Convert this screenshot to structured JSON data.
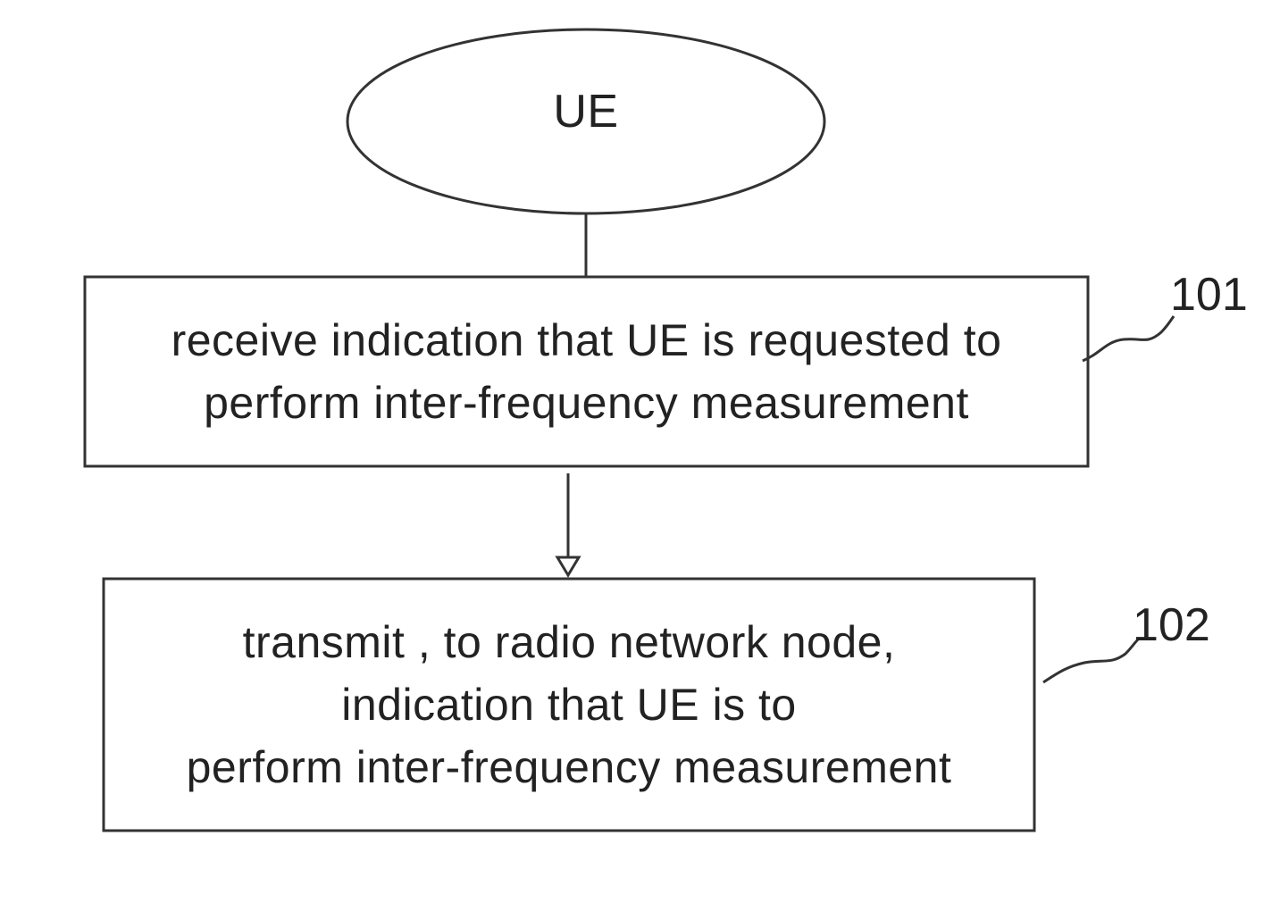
{
  "diagram": {
    "start_node": {
      "label": "UE"
    },
    "steps": [
      {
        "ref": "101",
        "lines": [
          "receive indication that UE is requested to",
          "perform inter-frequency measurement"
        ]
      },
      {
        "ref": "102",
        "lines": [
          "transmit , to radio network node,",
          "indication that UE is to",
          "perform inter-frequency measurement"
        ]
      }
    ]
  },
  "colors": {
    "stroke": "#333333",
    "text": "#222222",
    "background": "#ffffff"
  }
}
